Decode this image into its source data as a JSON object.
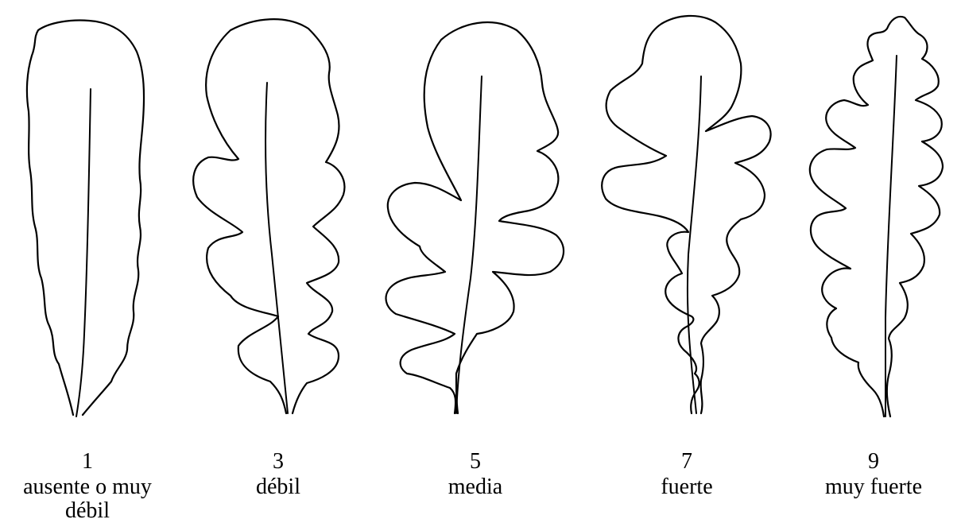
{
  "figure": {
    "leaves": [
      {
        "score": "1",
        "description": "ausente o muy débil"
      },
      {
        "score": "3",
        "description": "débil"
      },
      {
        "score": "5",
        "description": "media"
      },
      {
        "score": "7",
        "description": "fuerte"
      },
      {
        "score": "9",
        "description": "muy fuerte"
      }
    ]
  },
  "style": {
    "line_color": "#000000",
    "background": "#ffffff"
  }
}
